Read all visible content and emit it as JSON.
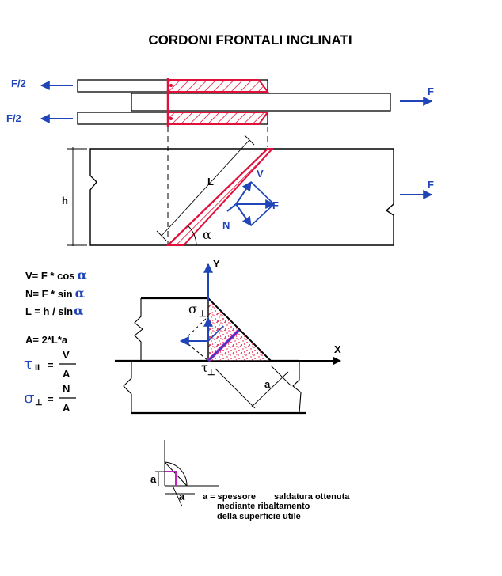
{
  "title": "CORDONI  FRONTALI  INCLINATI",
  "top_view": {
    "left_force_top": "F/2",
    "left_force_bottom": "F/2",
    "right_force": "F"
  },
  "plan_view": {
    "h_label": "h",
    "L_label": "L",
    "V_label": "V",
    "N_label": "N",
    "F_label": "F",
    "alpha_label": "α",
    "right_force": "F"
  },
  "formulas": {
    "V": "V= F * cos",
    "N": "N= F * sin",
    "L": "L = h / sin",
    "A": "A=  2*L*a",
    "alpha_sym": "α",
    "tau_lhs": "τ",
    "tau_sub": "II",
    "tau_eq": "=",
    "tau_num": "V",
    "tau_den": "A",
    "sigma_lhs": "σ",
    "sigma_sub": "⊥",
    "sigma_eq": "=",
    "sigma_num": "N",
    "sigma_den": "A"
  },
  "section_view": {
    "Y_label": "Y",
    "X_label": "X",
    "sigma_label": "σ",
    "sigma_sub": "⊥",
    "tau_label": "τ",
    "tau_sub": "⊥",
    "a_label": "a"
  },
  "throat_detail": {
    "a_vertical": "a",
    "a_horizontal": "a",
    "caption_1": "a = spessore",
    "caption_2": "saldatura ottenuta",
    "caption_3": "mediante ribaltamento",
    "caption_4": "della superficie utile"
  },
  "colors": {
    "weld_red": "#e0103a",
    "force_blue": "#1f45b8",
    "throat_magenta": "#c020c0"
  }
}
